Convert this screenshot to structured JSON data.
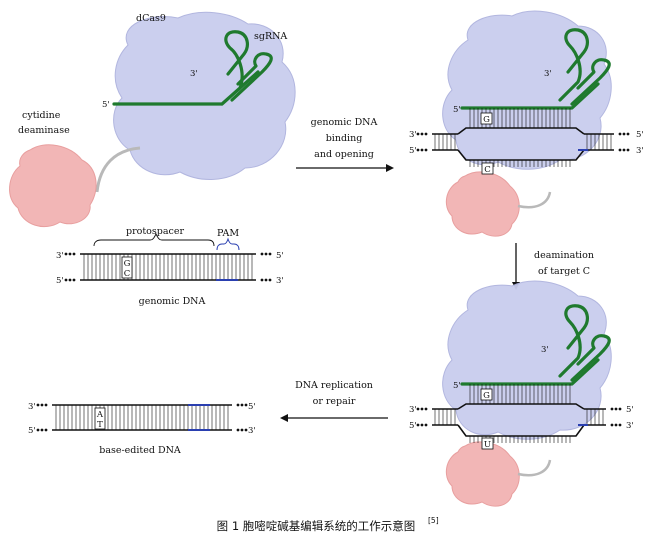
{
  "labels": {
    "dcas9": "dCas9",
    "sgrna": "sgRNA",
    "cytidine": "cytidine",
    "deaminase": "deaminase",
    "three_prime": "3'",
    "five_prime": "5'",
    "protospacer": "protospacer",
    "pam": "PAM",
    "genomic_dna": "genomic DNA",
    "base_edited_dna": "base-edited DNA"
  },
  "steps": {
    "binding_line1": "genomic DNA",
    "binding_line2": "binding",
    "binding_line3": "and opening",
    "deam_line1": "deamination",
    "deam_line2": "of target C",
    "repl_line1": "DNA replication",
    "repl_line2": "or repair"
  },
  "bases": {
    "g": "G",
    "c": "C",
    "u": "U",
    "a": "A",
    "t": "T"
  },
  "caption": {
    "text": "图 1 胞嘧啶碱基编辑系统的工作示意图",
    "ref": "[5]"
  },
  "colors": {
    "protein": "#c9cdee",
    "protein_edge": "#aeb3de",
    "sgrna": "#1f7a2e",
    "deaminase": "#f2b3b3",
    "pam": "#2a3fb0",
    "dna": "#111111"
  }
}
